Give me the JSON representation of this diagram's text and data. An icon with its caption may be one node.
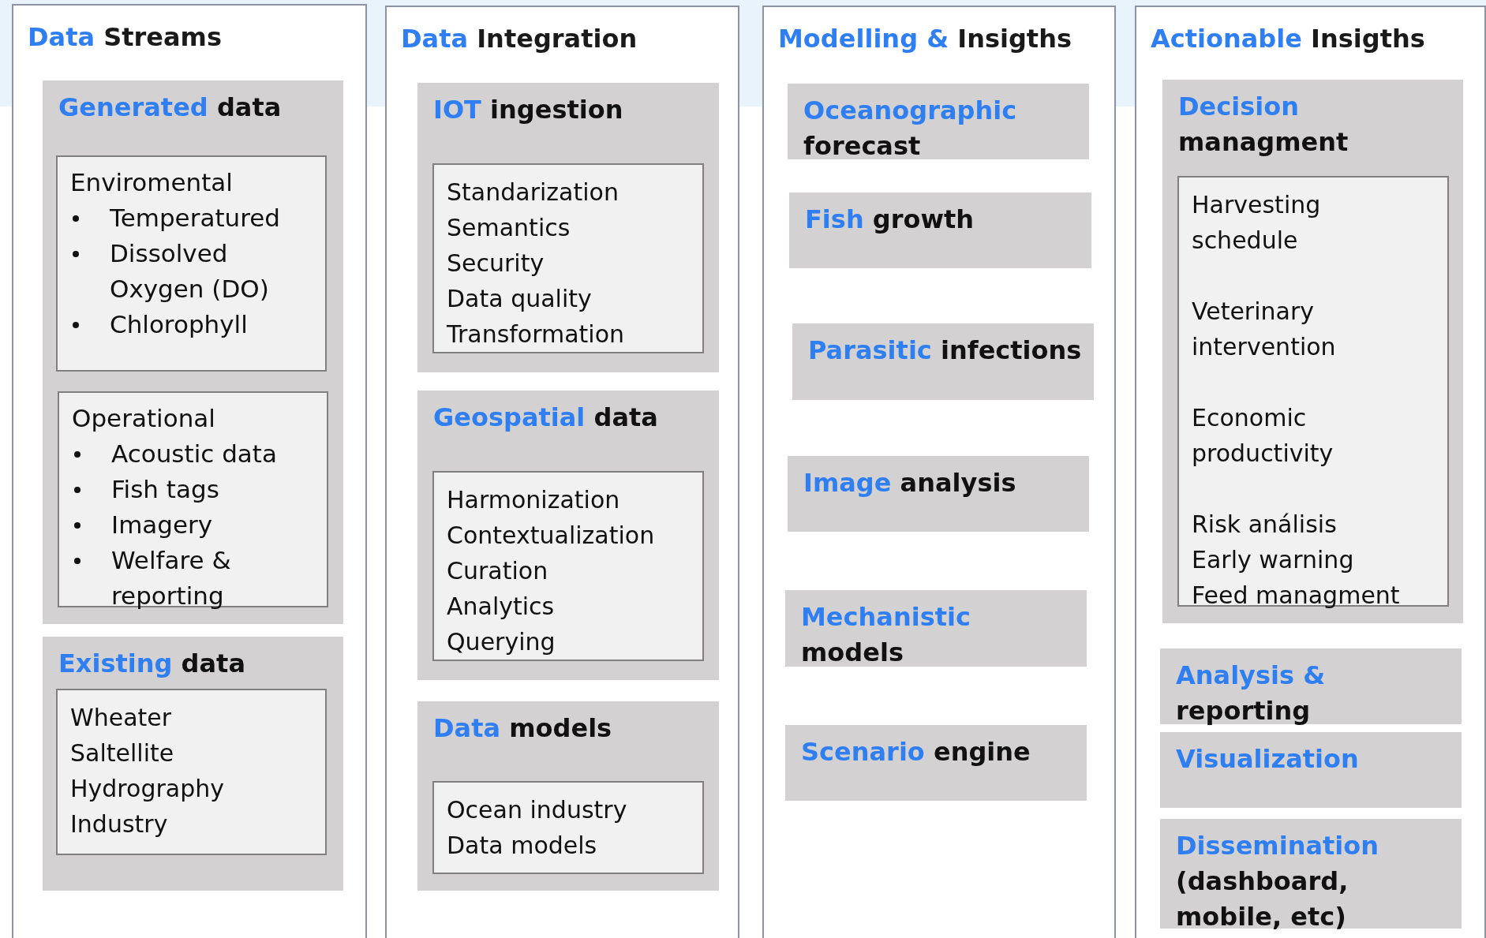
{
  "diagram": {
    "nodes": [
      {
        "text": [
          "Data",
          "Streams"
        ]
      },
      {
        "text": [
          "Generated",
          "data"
        ],
        "in": 0
      },
      {
        "text": [
          "Enviromental",
          "Temperatured",
          "Dissolved Oxygen (DO)",
          "Chlorophyll"
        ],
        "in": 1
      },
      {
        "text": [
          "Operational",
          "Acoustic data",
          "Fish tags",
          "Imagery",
          "Welfare & reporting"
        ],
        "in": 1
      },
      {
        "text": [
          "Existing",
          "data"
        ],
        "in": 0
      },
      {
        "text": [
          "Wheater",
          "Saltellite",
          "Hydrography",
          "Industry"
        ],
        "in": 4
      },
      {
        "text": [
          "Data",
          "Integration"
        ]
      },
      {
        "text": [
          "IOT",
          "ingestion"
        ],
        "in": 6
      },
      {
        "text": [
          "Standarization",
          "Semantics",
          "Security",
          "Data quality",
          "Transformation"
        ],
        "in": 7
      },
      {
        "text": [
          "Geospatial",
          "data"
        ],
        "in": 6
      },
      {
        "text": [
          "Harmonization",
          "Contextualization",
          "Curation",
          "Analytics",
          "Querying"
        ],
        "in": 9
      },
      {
        "text": [
          "Data",
          "models"
        ],
        "in": 6
      },
      {
        "text": [
          "Ocean industry",
          "Data models"
        ],
        "in": 11
      },
      {
        "text": [
          "Modelling &",
          "Insigths"
        ]
      },
      {
        "text": [
          "Oceanographic",
          "forecast"
        ],
        "in": 13
      },
      {
        "text": [
          "Fish",
          "growth"
        ],
        "in": 13
      },
      {
        "text": [
          "Parasitic",
          "infections"
        ],
        "in": 13
      },
      {
        "text": [
          "Image",
          "analysis"
        ],
        "in": 13
      },
      {
        "text": [
          "Mechanistic",
          "models"
        ],
        "in": 13
      },
      {
        "text": [
          "Scenario",
          "engine"
        ],
        "in": 13
      },
      {
        "text": [
          "Actionable",
          "Insigths"
        ]
      },
      {
        "text": [
          "Decision",
          "managment"
        ],
        "in": 20
      },
      {
        "text": [
          "Harvesting schedule",
          "Veterinary intervention",
          "Economic productivity",
          "Risk análisis",
          "Early warning",
          "Feed managment"
        ],
        "in": 21
      },
      {
        "text": [
          "Analysis &",
          "reporting"
        ],
        "in": 20
      },
      {
        "text": [
          "Visualization"
        ],
        "in": 20
      },
      {
        "text": [
          "Dissemination",
          "(dashboard, mobile, etc)"
        ],
        "in": 20
      }
    ]
  }
}
